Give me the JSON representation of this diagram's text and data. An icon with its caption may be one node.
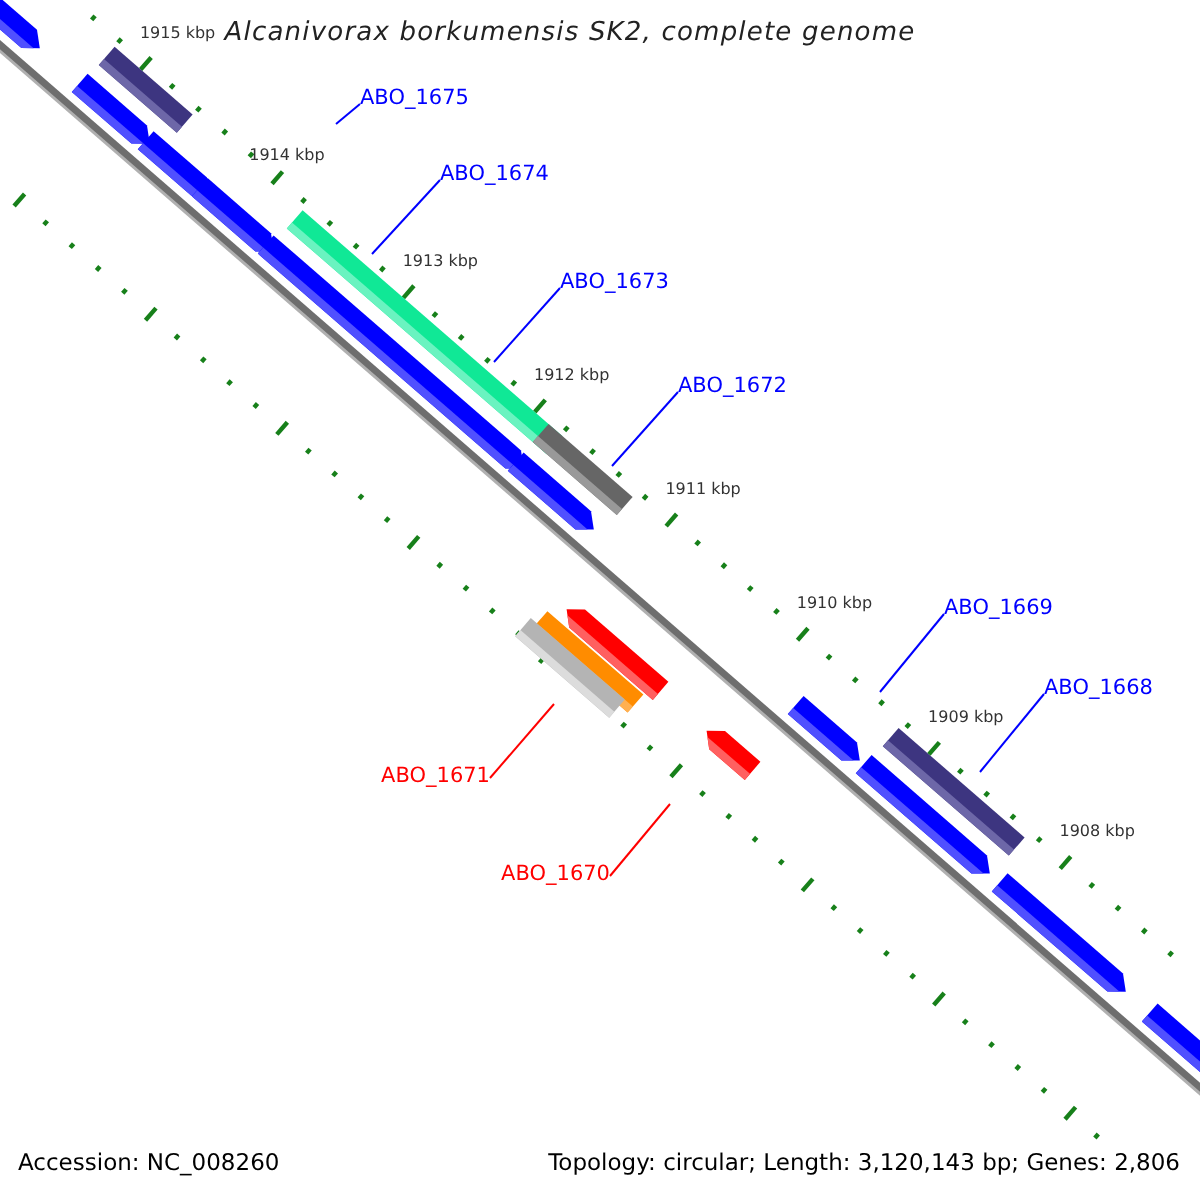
{
  "diagram": {
    "title": "Alcanivorax borkumensis SK2, complete genome",
    "nodes": [
      {
        "text": [
          "ABO_1675"
        ]
      },
      {
        "text": [
          "ABO_1674"
        ]
      },
      {
        "text": [
          "ABO_1673"
        ]
      },
      {
        "text": [
          "ABO_1672"
        ]
      },
      {
        "text": [
          "ABO_1669"
        ]
      },
      {
        "text": [
          "ABO_1668"
        ]
      },
      {
        "text": [
          "ABO_1671"
        ]
      },
      {
        "text": [
          "ABO_1670"
        ]
      }
    ],
    "edges": [
      {
        "from": 0,
        "to": null,
        "arrow": "none"
      },
      {
        "from": 1,
        "to": null,
        "arrow": "none"
      },
      {
        "from": 2,
        "to": null,
        "arrow": "none"
      },
      {
        "from": 3,
        "to": null,
        "arrow": "none"
      },
      {
        "from": 4,
        "to": null,
        "arrow": "none"
      },
      {
        "from": 5,
        "to": null,
        "arrow": "none"
      },
      {
        "from": 6,
        "to": null,
        "arrow": "none",
        "color": "#ff0000"
      },
      {
        "from": 7,
        "to": null,
        "arrow": "none",
        "color": "#ff0000"
      }
    ],
    "labels": [
      "1915 kbp",
      "1914 kbp",
      "1913 kbp",
      "1912 kbp",
      "1911 kbp",
      "1910 kbp",
      "1909 kbp",
      "1908 kbp",
      "Accession: NC_008260",
      "Topology: circular; Length: 3,120,143 bp; Genes: 2,806"
    ]
  }
}
